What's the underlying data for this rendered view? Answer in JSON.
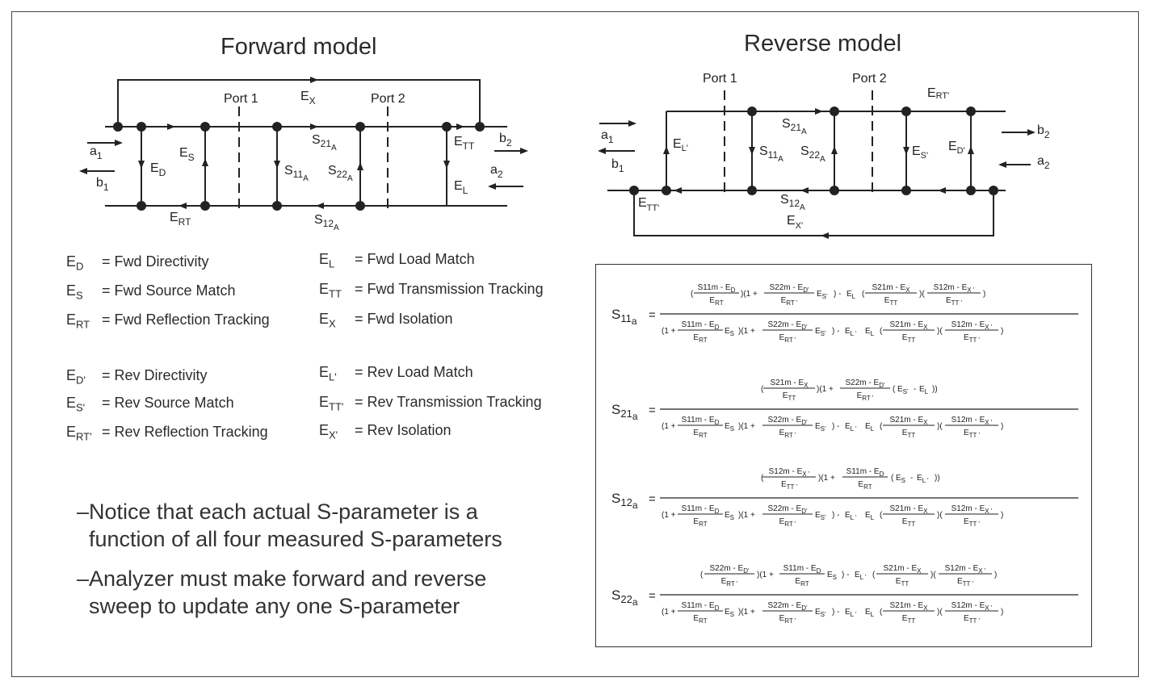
{
  "forward": {
    "title": "Forward model",
    "port1": "Port 1",
    "port2": "Port 2",
    "labels": {
      "ex": "E",
      "ex_sub": "X",
      "ed": "E",
      "ed_sub": "D",
      "es": "E",
      "es_sub": "S",
      "ert": "E",
      "ert_sub": "RT",
      "ett": "E",
      "ett_sub": "TT",
      "el": "E",
      "el_sub": "L",
      "s21": "S",
      "s21_sub": "21",
      "s21_subsub": "A",
      "s11": "S",
      "s11_sub": "11",
      "s11_subsub": "A",
      "s22": "S",
      "s22_sub": "22",
      "s22_subsub": "A",
      "s12": "S",
      "s12_sub": "12",
      "s12_subsub": "A",
      "a1": "a",
      "a1_sub": "1",
      "b1": "b",
      "b1_sub": "1",
      "a2": "a",
      "a2_sub": "2",
      "b2": "b",
      "b2_sub": "2"
    }
  },
  "reverse": {
    "title": "Reverse model",
    "port1": "Port 1",
    "port2": "Port 2",
    "labels": {
      "ert": "E",
      "ert_sub": "RT'",
      "el": "E",
      "el_sub": "L'",
      "ett": "E",
      "ett_sub": "TT'",
      "ex": "E",
      "ex_sub": "X'",
      "es": "E",
      "es_sub": "S'",
      "ed": "E",
      "ed_sub": "D'",
      "s21": "S",
      "s21_sub": "21",
      "s21_subsub": "A",
      "s11": "S",
      "s11_sub": "11",
      "s11_subsub": "A",
      "s22": "S",
      "s22_sub": "22",
      "s22_subsub": "A",
      "s12": "S",
      "s12_sub": "12",
      "s12_subsub": "A",
      "a1": "a",
      "a1_sub": "1",
      "b1": "b",
      "b1_sub": "1",
      "a2": "a",
      "a2_sub": "2",
      "b2": "b",
      "b2_sub": "2"
    }
  },
  "legend": [
    {
      "sym": "E",
      "sub": "D",
      "text": "= Fwd Directivity"
    },
    {
      "sym": "E",
      "sub": "S",
      "text": "= Fwd Source Match"
    },
    {
      "sym": "E",
      "sub": "RT",
      "text": "= Fwd Reflection Tracking"
    },
    {
      "sym": "E",
      "sub": "L",
      "text": "= Fwd Load Match"
    },
    {
      "sym": "E",
      "sub": "TT",
      "text": "= Fwd Transmission Tracking"
    },
    {
      "sym": "E",
      "sub": "X",
      "text": "= Fwd Isolation"
    },
    {
      "sym": "E",
      "sub": "D'",
      "text": "= Rev Directivity"
    },
    {
      "sym": "E",
      "sub": "S'",
      "text": "= Rev Source Match"
    },
    {
      "sym": "E",
      "sub": "RT'",
      "text": "= Rev Reflection Tracking"
    },
    {
      "sym": "E",
      "sub": "L'",
      "text": "= Rev Load Match"
    },
    {
      "sym": "E",
      "sub": "TT'",
      "text": "= Rev Transmission Tracking"
    },
    {
      "sym": "E",
      "sub": "X'",
      "text": "= Rev Isolation"
    }
  ],
  "notes": [
    "–Notice that each actual S-parameter is a",
    "function of all four measured S-parameters",
    "–Analyzer must make forward and reverse",
    "sweep to update any one S-parameter"
  ],
  "equations": [
    {
      "lhs": "S",
      "lhs_sub": "11",
      "lhs_subsub": "a",
      "num": "(S11m − ED)/ERT · (1 + (S22m − ED')/ERT' · ES') − EL · (S21m − EX)/ETT · (S12m − EX')/ETT'"
    },
    {
      "lhs": "S",
      "lhs_sub": "21",
      "lhs_subsub": "a",
      "num": "(S21m − EX)/ETT · (1 + (S22m − ED')/ERT' · (ES' − EL))"
    },
    {
      "lhs": "S",
      "lhs_sub": "12",
      "lhs_subsub": "a",
      "num": "(S12m − EX')/ETT' · (1 + (S11m − ED)/ERT · (ES − EL'))"
    },
    {
      "lhs": "S",
      "lhs_sub": "22",
      "lhs_subsub": "a",
      "num": "(S22m − ED')/ERT' · (1 + (S11m − ED)/ERT · ES) − EL' · (S21m − EX)/ETT · (S12m − EX')/ETT'"
    }
  ],
  "denominator": "(1 + (S11m − ED)/ERT · ES) · (1 + (S22m − ED')/ERT' · ES') − EL' · EL · (S21m − EX)/ETT · (S12m − EX')/ETT'",
  "frac_terms": {
    "s11m": "S11m - E",
    "s11m_sub": "D",
    "ert": "E",
    "ert_sub": "RT",
    "s22m": "S22m - E",
    "s22m_sub": "D'",
    "ertp": "E",
    "ertp_sub": "RT '",
    "s21m": "S21m - E",
    "s21m_sub": "X",
    "ett": "E",
    "ett_sub": "TT",
    "s12m": "S12m - E",
    "s12m_sub": "X '",
    "ettp": "E",
    "ettp_sub": "TT '",
    "one": "(1 +",
    "es": "E",
    "es_sub": "S",
    "esp": "E",
    "esp_sub": "S'",
    "el": "E",
    "el_sub": "L",
    "elp": "E",
    "elp_sub": "L '"
  }
}
